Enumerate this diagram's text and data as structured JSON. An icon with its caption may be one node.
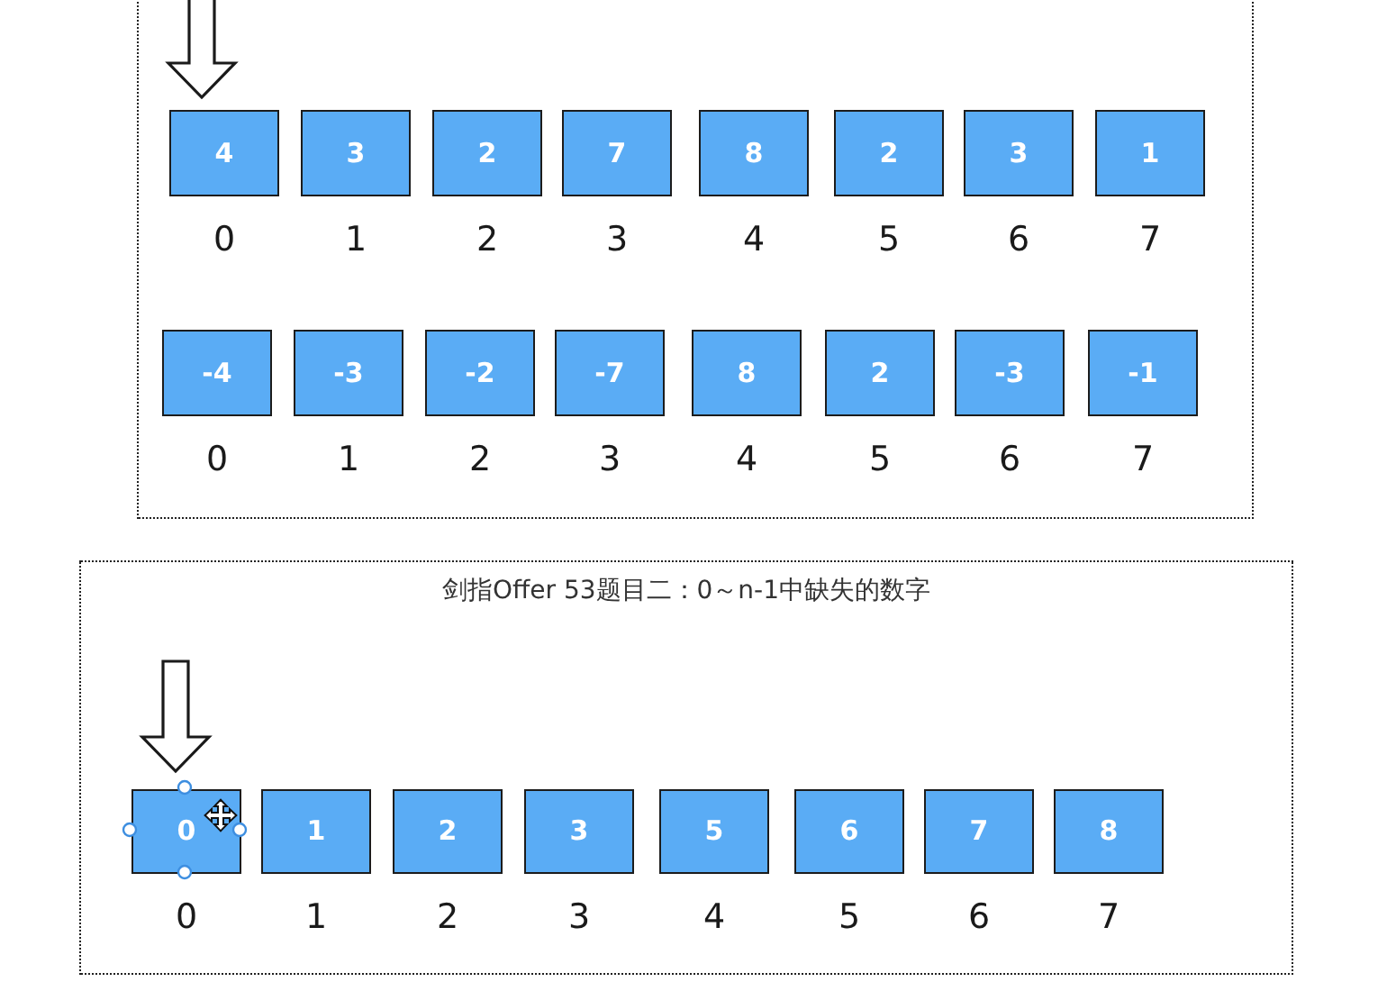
{
  "diagram": {
    "nodes": [
      {
        "text": [],
        "shape": "box"
      },
      {
        "text": [
          "4"
        ],
        "in": 0,
        "beside": [
          "0"
        ]
      },
      {
        "text": [
          "3"
        ],
        "in": 0,
        "beside": [
          "1"
        ]
      },
      {
        "text": [
          "2"
        ],
        "in": 0,
        "beside": [
          "2"
        ]
      },
      {
        "text": [
          "7"
        ],
        "in": 0,
        "beside": [
          "3"
        ]
      },
      {
        "text": [
          "8"
        ],
        "in": 0,
        "beside": [
          "4"
        ]
      },
      {
        "text": [
          "2"
        ],
        "in": 0,
        "beside": [
          "5"
        ]
      },
      {
        "text": [
          "3"
        ],
        "in": 0,
        "beside": [
          "6"
        ]
      },
      {
        "text": [
          "1"
        ],
        "in": 0,
        "beside": [
          "7"
        ]
      },
      {
        "text": [
          "-4"
        ],
        "in": 0,
        "beside": [
          "0"
        ]
      },
      {
        "text": [
          "-3"
        ],
        "in": 0,
        "beside": [
          "1"
        ]
      },
      {
        "text": [
          "-2"
        ],
        "in": 0,
        "beside": [
          "2"
        ]
      },
      {
        "text": [
          "-7"
        ],
        "in": 0,
        "beside": [
          "3"
        ]
      },
      {
        "text": [
          "8"
        ],
        "in": 0,
        "beside": [
          "4"
        ]
      },
      {
        "text": [
          "2"
        ],
        "in": 0,
        "beside": [
          "5"
        ]
      },
      {
        "text": [
          "-3"
        ],
        "in": 0,
        "beside": [
          "6"
        ]
      },
      {
        "text": [
          "-1"
        ],
        "in": 0,
        "beside": [
          "7"
        ]
      },
      {
        "text": [
          "剑指Offer 53题目二：0～n-1中缺失的数字"
        ]
      },
      {
        "text": [
          "0"
        ],
        "in": 17,
        "beside": [
          "0"
        ]
      },
      {
        "text": [
          "1"
        ],
        "in": 17,
        "beside": [
          "1"
        ]
      },
      {
        "text": [
          "2"
        ],
        "in": 17,
        "beside": [
          "2"
        ]
      },
      {
        "text": [
          "3"
        ],
        "in": 17,
        "beside": [
          "3"
        ]
      },
      {
        "text": [
          "5"
        ],
        "in": 17,
        "beside": [
          "4"
        ]
      },
      {
        "text": [
          "6"
        ],
        "in": 17,
        "beside": [
          "5"
        ]
      },
      {
        "text": [
          "7"
        ],
        "in": 17,
        "beside": [
          "6"
        ]
      },
      {
        "text": [
          "8"
        ],
        "in": 17,
        "beside": [
          "7"
        ]
      }
    ],
    "edges": [
      {
        "from": null,
        "to": 1,
        "arrow": "to"
      },
      {
        "from": null,
        "to": 18,
        "arrow": "to"
      }
    ]
  }
}
